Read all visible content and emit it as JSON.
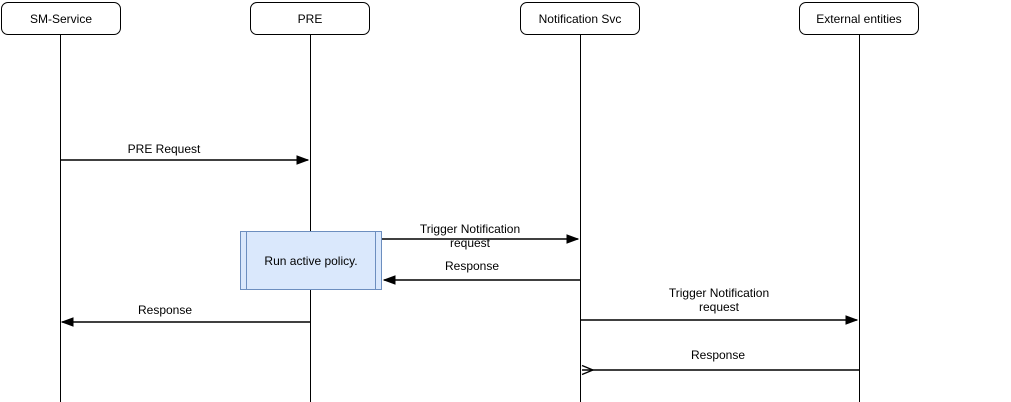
{
  "actors": [
    {
      "label": "SM-Service"
    },
    {
      "label": "PRE"
    },
    {
      "label": "Notification Svc"
    },
    {
      "label": "External entities"
    }
  ],
  "note": {
    "label": "Run active policy."
  },
  "messages": [
    {
      "label": "PRE Request",
      "from": "SM-Service",
      "to": "PRE",
      "arrowhead": "filled"
    },
    {
      "label": "Trigger Notification\nrequest",
      "from": "PRE",
      "to": "Notification Svc",
      "arrowhead": "filled"
    },
    {
      "label": "Response",
      "from": "Notification Svc",
      "to": "PRE",
      "arrowhead": "filled"
    },
    {
      "label": "Response",
      "from": "PRE",
      "to": "SM-Service",
      "arrowhead": "filled"
    },
    {
      "label": "Trigger Notification\nrequest",
      "from": "Notification Svc",
      "to": "External entities",
      "arrowhead": "filled"
    },
    {
      "label": "Response",
      "from": "External entities",
      "to": "Notification Svc",
      "arrowhead": "open"
    }
  ],
  "colors": {
    "background": "#ffffff",
    "line": "#000000",
    "actor_fill": "#ffffff",
    "actor_border": "#000000",
    "note_fill": "#dae8fc",
    "note_border": "#6c8ebf"
  }
}
